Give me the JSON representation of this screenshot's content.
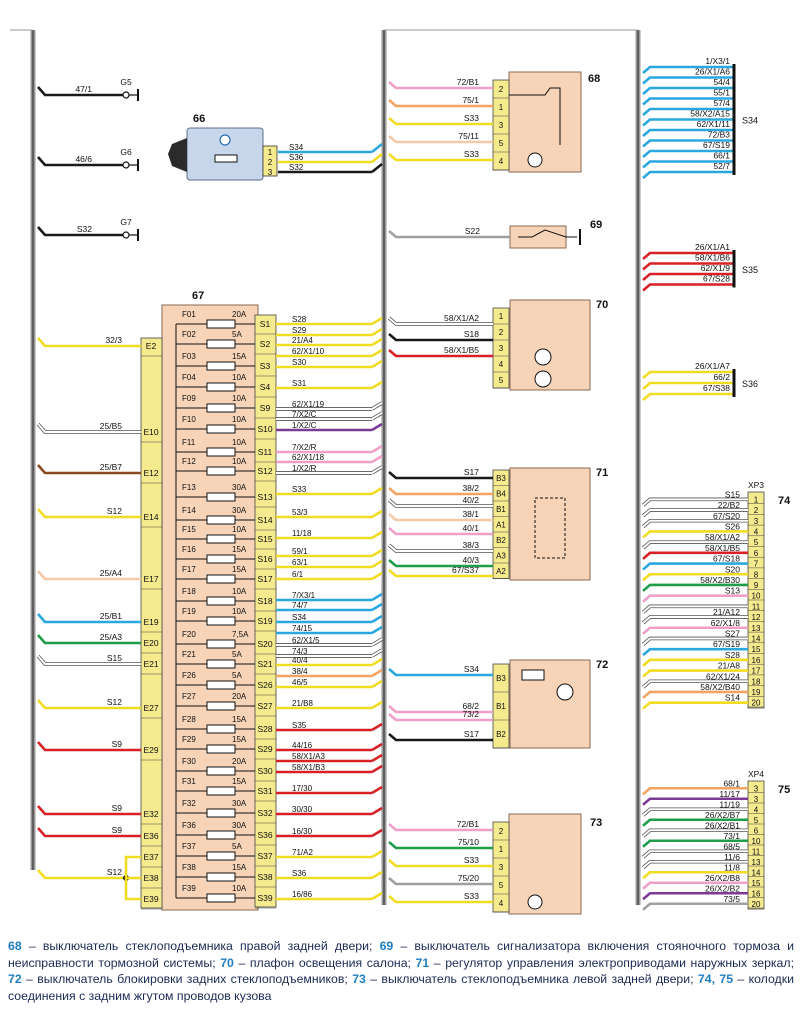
{
  "caption": [
    {
      "num": "68",
      "text": " – выключатель стеклоподъемника правой задней двери; "
    },
    {
      "num": "69",
      "text": " – выключатель сигнализатора включения стояночного тормоза и неисправности тормозной системы; "
    },
    {
      "num": "70",
      "text": " – плафон освещения салона; "
    },
    {
      "num": "71",
      "text": " – регулятор управления электроприводами наружных зеркал; "
    },
    {
      "num": "72",
      "text": " – выключатель блокировки задних стеклоподъемников; "
    },
    {
      "num": "73",
      "text": " – выключатель стеклоподъемника левой задней двери; "
    },
    {
      "num": "74, 75",
      "text": " – колодки соединения с задним жгутом проводов кузова"
    }
  ],
  "ground_points": [
    {
      "id": "G5",
      "wire": "47/1",
      "color": "#1a1a1a"
    },
    {
      "id": "G6",
      "wire": "46/6",
      "color": "#1a1a1a"
    },
    {
      "id": "G7",
      "wire": "S32",
      "color": "#1a1a1a"
    }
  ],
  "component_66": {
    "label": "66",
    "pins": [
      "1",
      "2",
      "3"
    ],
    "wires": [
      {
        "text": "S34",
        "color": "#29a8e0"
      },
      {
        "text": "S36",
        "color": "#f2dc22"
      },
      {
        "text": "S32",
        "color": "#1a1a1a"
      }
    ]
  },
  "fuse_block": {
    "label": "67",
    "left_pins": [
      "E2",
      "E10",
      "E12",
      "E14",
      "E17",
      "E19",
      "E20",
      "E21",
      "E27",
      "E29",
      "E32",
      "E36",
      "E37",
      "E38",
      "E39"
    ],
    "left_wires": [
      {
        "pin": "E2",
        "text": "32/3",
        "color": "#f2dc22"
      },
      {
        "pin": "E10",
        "text": "25/B5",
        "color": "#ffffff"
      },
      {
        "pin": "E12",
        "text": "25/B7",
        "color": "#8b4a22"
      },
      {
        "pin": "E14",
        "text": "S12",
        "color": "#f2dc22"
      },
      {
        "pin": "E17",
        "text": "25/A4",
        "color": "#f4c9a8"
      },
      {
        "pin": "E19",
        "text": "25/B1",
        "color": "#29a8e0"
      },
      {
        "pin": "E20",
        "text": "25/A3",
        "color": "#1e9e48"
      },
      {
        "pin": "E21",
        "text": "S15",
        "color": "#ffffff"
      },
      {
        "pin": "E27",
        "text": "S12",
        "color": "#f2dc22"
      },
      {
        "pin": "E29",
        "text": "S9",
        "color": "#d92027"
      },
      {
        "pin": "E32",
        "text": "S9",
        "color": "#d92027"
      },
      {
        "pin": "E36",
        "text": "S9",
        "color": "#d92027"
      },
      {
        "pin": "E38",
        "text": "S12",
        "color": "#f2dc22"
      }
    ],
    "fuses": [
      {
        "id": "F01",
        "rating": "20A"
      },
      {
        "id": "F02",
        "rating": "5A"
      },
      {
        "id": "F03",
        "rating": "15A"
      },
      {
        "id": "F04",
        "rating": "10A"
      },
      {
        "id": "F09",
        "rating": "10A"
      },
      {
        "id": "F10",
        "rating": "10A"
      },
      {
        "id": "F11",
        "rating": "10A"
      },
      {
        "id": "F12",
        "rating": "10A"
      },
      {
        "id": "F13",
        "rating": "30A"
      },
      {
        "id": "F14",
        "rating": "30A"
      },
      {
        "id": "F15",
        "rating": "10A"
      },
      {
        "id": "F16",
        "rating": "15A"
      },
      {
        "id": "F17",
        "rating": "15A"
      },
      {
        "id": "F18",
        "rating": "10A"
      },
      {
        "id": "F19",
        "rating": "10A"
      },
      {
        "id": "F20",
        "rating": "7,5A"
      },
      {
        "id": "F21",
        "rating": "5A"
      },
      {
        "id": "F26",
        "rating": "5A"
      },
      {
        "id": "F27",
        "rating": "20A"
      },
      {
        "id": "F28",
        "rating": "15A"
      },
      {
        "id": "F29",
        "rating": "15A"
      },
      {
        "id": "F30",
        "rating": "20A"
      },
      {
        "id": "F31",
        "rating": "15A"
      },
      {
        "id": "F32",
        "rating": "30A"
      },
      {
        "id": "F36",
        "rating": "30A"
      },
      {
        "id": "F37",
        "rating": "5A"
      },
      {
        "id": "F38",
        "rating": "15A"
      },
      {
        "id": "F39",
        "rating": "10A"
      }
    ],
    "right_pins": [
      "S1",
      "S2",
      "S3",
      "S4",
      "S9",
      "S10",
      "S11",
      "S12",
      "S13",
      "S14",
      "S15",
      "S16",
      "S17",
      "S18",
      "S19",
      "S20",
      "S21",
      "S26",
      "S27",
      "S28",
      "S29",
      "S30",
      "S31",
      "S32",
      "S36",
      "S37",
      "S38",
      "S39"
    ],
    "right_wires": [
      {
        "text": "S28",
        "color": "#f2dc22"
      },
      {
        "text": "S29",
        "color": "#f2dc22"
      },
      {
        "text": "21/A4",
        "color": "#f2dc22"
      },
      {
        "text": "62/X1/10",
        "color": "#f2dc22"
      },
      {
        "text": "S30",
        "color": "#f2dc22"
      },
      {
        "text": "S31",
        "color": "#f2dc22"
      },
      {
        "text": "62/X1/19",
        "color": "#ffffff"
      },
      {
        "text": "7/X2/C",
        "color": "#ffffff"
      },
      {
        "text": "1/X2/C",
        "color": "#7b3a96"
      },
      {
        "text": "7/X2/R",
        "color": "#f0a0c8"
      },
      {
        "text": "62/X1/18",
        "color": "#f0a0c8"
      },
      {
        "text": "1/X2/R",
        "color": "#ffffff"
      },
      {
        "text": "S33",
        "color": "#f2dc22"
      },
      {
        "text": "53/3",
        "color": "#f2dc22"
      },
      {
        "text": "11/18",
        "color": "#f2dc22"
      },
      {
        "text": "59/1",
        "color": "#f2dc22"
      },
      {
        "text": "63/1",
        "color": "#f2dc22"
      },
      {
        "text": "6/1",
        "color": "#f2dc22"
      },
      {
        "text": "7/X3/1",
        "color": "#29a8e0"
      },
      {
        "text": "74/7",
        "color": "#29a8e0"
      },
      {
        "text": "S34",
        "color": "#29a8e0"
      },
      {
        "text": "74/15",
        "color": "#29a8e0"
      },
      {
        "text": "62/X1/5",
        "color": "#ffffff"
      },
      {
        "text": "74/3",
        "color": "#ffffff"
      },
      {
        "text": "40/4",
        "color": "#f2dc22"
      },
      {
        "text": "38/4",
        "color": "#f4a460"
      },
      {
        "text": "46/5",
        "color": "#f2dc22"
      },
      {
        "text": "21/B8",
        "color": "#f2dc22"
      },
      {
        "text": "S35",
        "color": "#d92027"
      },
      {
        "text": "44/16",
        "color": "#d92027"
      },
      {
        "text": "58/X1/A3",
        "color": "#d92027"
      },
      {
        "text": "58/X1/B3",
        "color": "#d92027"
      },
      {
        "text": "17/30",
        "color": "#d92027"
      },
      {
        "text": "30/30",
        "color": "#d92027"
      },
      {
        "text": "16/30",
        "color": "#d92027"
      },
      {
        "text": "71/A2",
        "color": "#f2dc22"
      },
      {
        "text": "S36",
        "color": "#f2dc22"
      },
      {
        "text": "16/86",
        "color": "#f2dc22"
      }
    ]
  },
  "switch_68": {
    "label": "68",
    "pins": [
      "2",
      "1",
      "3",
      "5",
      "4"
    ],
    "wires": [
      {
        "text": "72/B1",
        "color": "#f0a0c8"
      },
      {
        "text": "75/1",
        "color": "#f4a460"
      },
      {
        "text": "S33",
        "color": "#f2dc22"
      },
      {
        "text": "75/11",
        "color": "#f4c9a8"
      },
      {
        "text": "S33",
        "color": "#f2dc22"
      }
    ]
  },
  "switch_69": {
    "label": "69",
    "wire": {
      "text": "S22",
      "color": "#a0a0a0"
    }
  },
  "lamp_70": {
    "label": "70",
    "pins": [
      "1",
      "2",
      "3",
      "4",
      "5"
    ],
    "wires": [
      {
        "text": "58/X1/A2",
        "color": "#ffffff"
      },
      {
        "text": "S18",
        "color": "#1a1a1a"
      },
      {
        "text": "58/X1/B5",
        "color": "#d92027"
      }
    ]
  },
  "mirror_71": {
    "label": "71",
    "pins": [
      "B3",
      "B4",
      "B1",
      "A1",
      "B2",
      "A3",
      "A2"
    ],
    "wires": [
      {
        "text": "S17",
        "color": "#1a1a1a"
      },
      {
        "text": "38/2",
        "color": "#f4a460"
      },
      {
        "text": "40/2",
        "color": "#ffffff"
      },
      {
        "text": "38/1",
        "color": "#f4c9a8"
      },
      {
        "text": "40/1",
        "color": "#f0a0c8"
      },
      {
        "text": "38/3",
        "color": "#ffffff"
      },
      {
        "text": "40/3",
        "color": "#1e9e48"
      },
      {
        "text": "67/S37",
        "color": "#f2dc22"
      }
    ]
  },
  "lock_72": {
    "label": "72",
    "pins": [
      "B3",
      "B1",
      "B2"
    ],
    "wires": [
      {
        "text": "S34",
        "color": "#29a8e0"
      },
      {
        "text": "68/2",
        "color": "#f0a0c8"
      },
      {
        "text": "73/2",
        "color": "#f0a0c8"
      },
      {
        "text": "S17",
        "color": "#1a1a1a"
      }
    ]
  },
  "switch_73": {
    "label": "73",
    "pins": [
      "2",
      "1",
      "3",
      "5",
      "4"
    ],
    "wires": [
      {
        "text": "72/B1",
        "color": "#f0a0c8"
      },
      {
        "text": "75/10",
        "color": "#1e9e48"
      },
      {
        "text": "S33",
        "color": "#f2dc22"
      },
      {
        "text": "75/20",
        "color": "#a0a0a0"
      },
      {
        "text": "S33",
        "color": "#f2dc22"
      }
    ]
  },
  "bus_S34": {
    "label": "S34",
    "wires": [
      {
        "text": "1/X3/1",
        "color": "#29a8e0"
      },
      {
        "text": "26/X1/A6",
        "color": "#29a8e0"
      },
      {
        "text": "54/4",
        "color": "#29a8e0"
      },
      {
        "text": "55/1",
        "color": "#29a8e0"
      },
      {
        "text": "57/4",
        "color": "#29a8e0"
      },
      {
        "text": "58/X2/A15",
        "color": "#29a8e0"
      },
      {
        "text": "62/X1/11",
        "color": "#29a8e0"
      },
      {
        "text": "72/B3",
        "color": "#29a8e0"
      },
      {
        "text": "67/S19",
        "color": "#29a8e0"
      },
      {
        "text": "66/1",
        "color": "#29a8e0"
      },
      {
        "text": "52/7",
        "color": "#29a8e0"
      }
    ]
  },
  "bus_S35": {
    "label": "S35",
    "wires": [
      {
        "text": "26/X1/A1",
        "color": "#d92027"
      },
      {
        "text": "58/X1/B6",
        "color": "#d92027"
      },
      {
        "text": "62/X1/9",
        "color": "#d92027"
      },
      {
        "text": "67/S28",
        "color": "#d92027"
      }
    ]
  },
  "bus_S36": {
    "label": "S36",
    "wires": [
      {
        "text": "26/X1/A7",
        "color": "#f2dc22"
      },
      {
        "text": "66/2",
        "color": "#f2dc22"
      },
      {
        "text": "67/S38",
        "color": "#f2dc22"
      }
    ]
  },
  "connector_74": {
    "label": "74",
    "header": "XP3",
    "rows": [
      {
        "pin": "1",
        "text": "S15",
        "color": "#ffffff"
      },
      {
        "pin": "2",
        "text": "22/B2",
        "color": "#ffffff"
      },
      {
        "pin": "3",
        "text": "67/S20",
        "color": "#ffffff"
      },
      {
        "pin": "4",
        "text": "S26",
        "color": "#f2dc22"
      },
      {
        "pin": "5",
        "text": "58/X1/A2",
        "color": "#ffffff"
      },
      {
        "pin": "6",
        "text": "58/X1/B5",
        "color": "#d92027"
      },
      {
        "pin": "7",
        "text": "67/S18",
        "color": "#29a8e0"
      },
      {
        "pin": "8",
        "text": "S20",
        "color": "#f2dc22"
      },
      {
        "pin": "9",
        "text": "58/X2/B30",
        "color": "#1e9e48"
      },
      {
        "pin": "10",
        "text": "S13",
        "color": "#f0a0c8"
      },
      {
        "pin": "11",
        "text": "",
        "color": "#ffffff"
      },
      {
        "pin": "12",
        "text": "21/A12",
        "color": "#ffffff"
      },
      {
        "pin": "13",
        "text": "62/X1/8",
        "color": "#f0a0c8"
      },
      {
        "pin": "14",
        "text": "S27",
        "color": "#ffffff"
      },
      {
        "pin": "15",
        "text": "67/S19",
        "color": "#29a8e0"
      },
      {
        "pin": "16",
        "text": "S28",
        "color": "#f2dc22"
      },
      {
        "pin": "17",
        "text": "21/A8",
        "color": "#f2dc22"
      },
      {
        "pin": "18",
        "text": "62/X1/24",
        "color": "#ffffff"
      },
      {
        "pin": "19",
        "text": "58/X2/B40",
        "color": "#f4a460"
      },
      {
        "pin": "20",
        "text": "S14",
        "color": "#f2dc22"
      }
    ]
  },
  "connector_75": {
    "label": "75",
    "header": "XP4",
    "rows": [
      {
        "pin": "3",
        "text": "68/1",
        "color": "#f4a460"
      },
      {
        "pin": "3",
        "text": "11/17",
        "color": "#7b3a96"
      },
      {
        "pin": "4",
        "text": "11/19",
        "color": "#ffffff"
      },
      {
        "pin": "5",
        "text": "26/X2/B7",
        "color": "#1e9e48"
      },
      {
        "pin": "6",
        "text": "26/X2/B1",
        "color": "#ffffff"
      },
      {
        "pin": "10",
        "text": "73/1",
        "color": "#1e9e48"
      },
      {
        "pin": "11",
        "text": "68/5",
        "color": "#ffffff"
      },
      {
        "pin": "13",
        "text": "11/6",
        "color": "#ffffff"
      },
      {
        "pin": "14",
        "text": "11/8",
        "color": "#f2dc22"
      },
      {
        "pin": "15",
        "text": "26/X2/B8",
        "color": "#f0a0c8"
      },
      {
        "pin": "16",
        "text": "26/X2/B2",
        "color": "#7b3a96"
      },
      {
        "pin": "20",
        "text": "73/5",
        "color": "#a0a0a0"
      }
    ]
  }
}
